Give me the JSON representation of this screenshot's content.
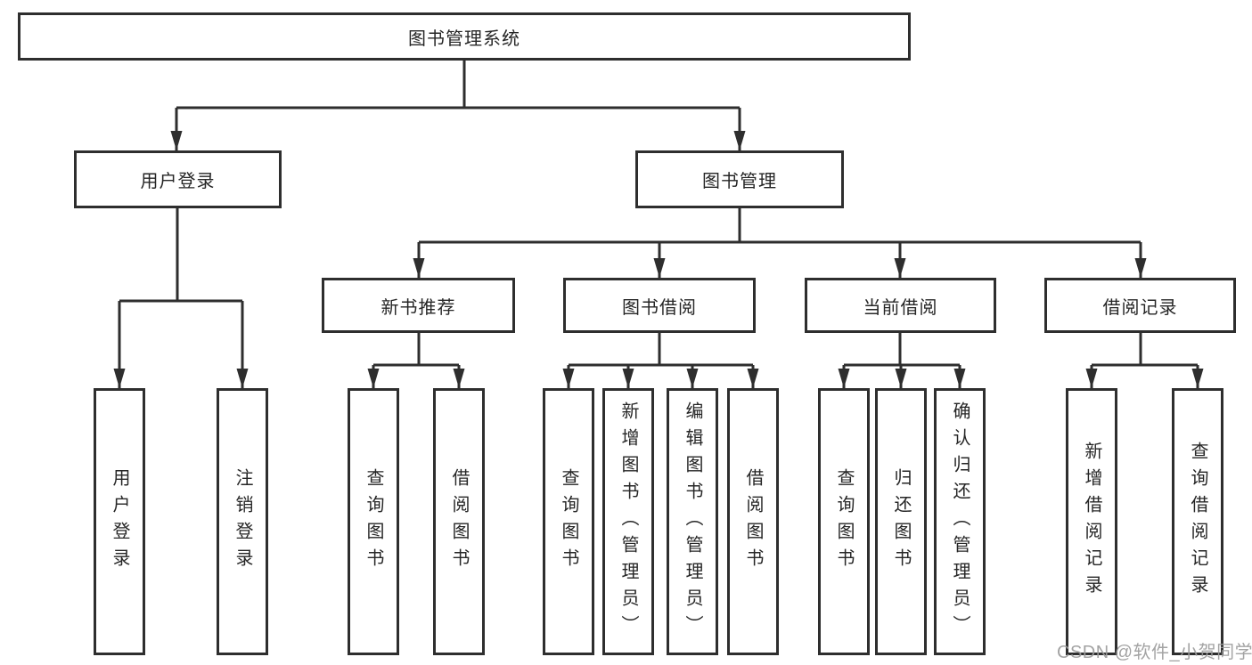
{
  "diagram": {
    "root": "图书管理系统",
    "branches": [
      {
        "label": "用户登录",
        "children": [
          "用户登录",
          "注销登录"
        ]
      },
      {
        "label": "图书管理",
        "sections": [
          {
            "label": "新书推荐",
            "children": [
              "查询图书",
              "借阅图书"
            ]
          },
          {
            "label": "图书借阅",
            "children": [
              "查询图书",
              "新增图书（管理员）",
              "编辑图书（管理员）",
              "借阅图书"
            ]
          },
          {
            "label": "当前借阅",
            "children": [
              "查询图书",
              "归还图书",
              "确认归还（管理员）"
            ]
          },
          {
            "label": "借阅记录",
            "children": [
              "新增借阅记录",
              "查询借阅记录"
            ]
          }
        ]
      }
    ]
  },
  "colors": {
    "line": "#2e2e2e",
    "box_border": "#2e2e2e",
    "text": "#262626",
    "background": "#ffffff",
    "watermark": "#9c9c9c"
  },
  "watermark": {
    "text": "CSDN @软件_小贺同学"
  }
}
